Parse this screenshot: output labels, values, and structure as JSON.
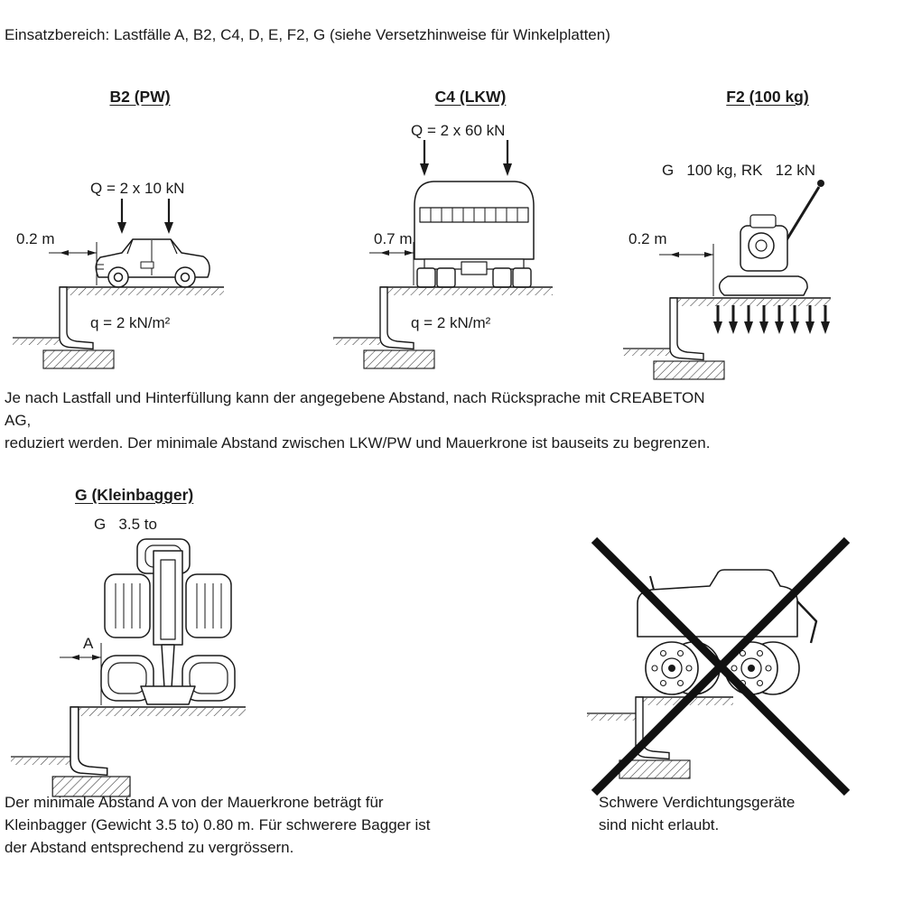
{
  "page": {
    "intro": "Einsatzbereich: Lastfälle A, B2, C4, D, E, F2, G (siehe Versetzhinweise für Winkelplatten)",
    "note_middle": "Je nach Lastfall und Hinterfüllung kann der angegebene Abstand, nach Rücksprache mit CREABETON AG,\nreduziert werden. Der minimale Abstand zwischen LKW/PW und Mauerkrone ist bauseits zu begrenzen.",
    "note_kleinbagger": "Der minimale Abstand A von der Mauerkrone beträgt für\nKleinbagger (Gewicht 3.5 to) 0.80 m. Für schwerere Bagger ist\nder Abstand entsprechend zu vergrössern.",
    "note_forbidden": "Schwere Verdichtungsgeräte\nsind nicht erlaubt."
  },
  "diagram_b2": {
    "title": "B2 (PW)",
    "point_load": "Q = 2 x 10 kN",
    "distance": "0.2 m",
    "surcharge": "q = 2 kN/m²"
  },
  "diagram_c4": {
    "title": "C4 (LKW)",
    "point_load": "Q = 2 x 60 kN",
    "distance": "0.7 m",
    "surcharge": "q = 2 kN/m²"
  },
  "diagram_f2": {
    "title": "F2 (100 kg)",
    "load": "G   100 kg, RK   12 kN",
    "distance": "0.2 m"
  },
  "diagram_g": {
    "title": "G (Kleinbagger)",
    "load": "G   3.5 to",
    "distance_label": "A"
  }
}
